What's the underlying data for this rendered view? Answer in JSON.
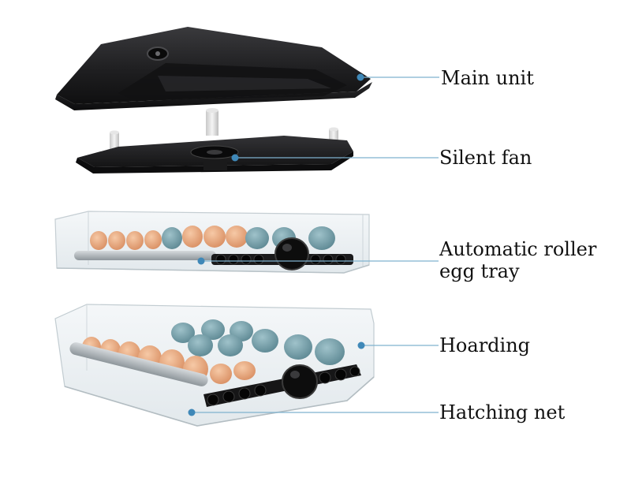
{
  "diagram": {
    "parts": [
      {
        "id": "main-unit",
        "label": "Main unit"
      },
      {
        "id": "silent-fan",
        "label": "Silent fan"
      },
      {
        "id": "automatic-roller-egg-tray",
        "label_lines": [
          "Automatic roller",
          "egg tray"
        ]
      },
      {
        "id": "hoarding",
        "label": "Hoarding"
      },
      {
        "id": "hatching-net",
        "label": "Hatching net"
      }
    ],
    "colors": {
      "leader_line": "#7fb2cf",
      "leader_dot": "#3f88b8",
      "housing_dark": "#1c1c1e",
      "egg_orange": "#e3a27a",
      "egg_blue": "#6f9ba6",
      "roller_black": "#151515"
    }
  }
}
